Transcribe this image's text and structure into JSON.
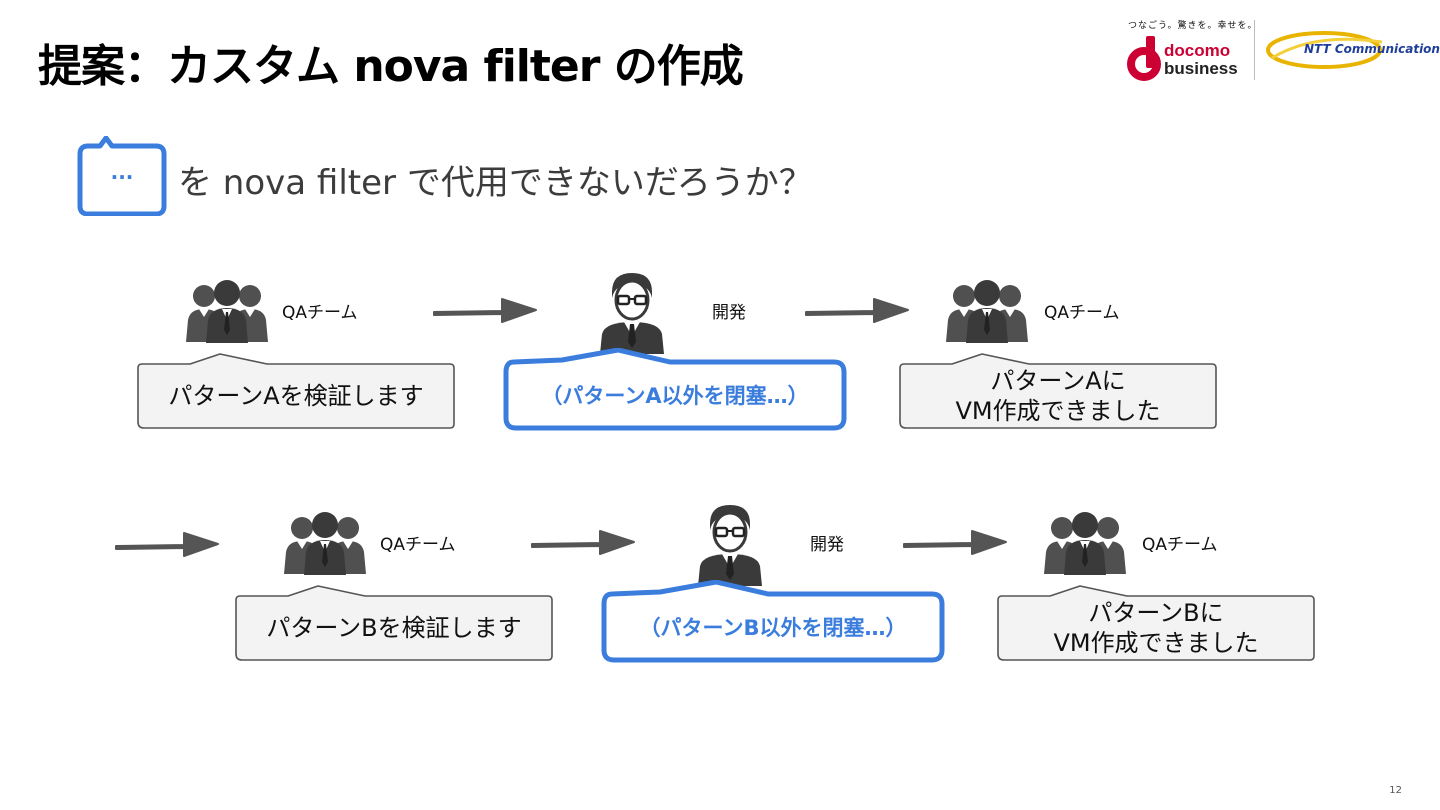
{
  "title": "提案：カスタム nova filter の作成",
  "header": {
    "tagline": "つなごう。驚きを。幸せを。",
    "docomo_line1": "docomo",
    "docomo_line2": "business",
    "ntt_logo_text": "NTT Communications"
  },
  "subtitle": {
    "bubble_text": "...",
    "text": "を nova filter で代用できないだろうか？"
  },
  "rows": [
    {
      "qa1_label": "QAチーム",
      "dev_label": "開発",
      "qa2_label": "QAチーム",
      "qa1_bubble": "パターンAを検証します",
      "dev_bubble": "（パターンA以外を閉塞…）",
      "qa2_bubble_line1": "パターンAに",
      "qa2_bubble_line2": "VM作成できました"
    },
    {
      "qa1_label": "QAチーム",
      "dev_label": "開発",
      "qa2_label": "QAチーム",
      "qa1_bubble": "パターンBを検証します",
      "dev_bubble": "（パターンB以外を閉塞…）",
      "qa2_bubble_line1": "パターンBに",
      "qa2_bubble_line2": "VM作成できました"
    }
  ],
  "page_number": "12",
  "colors": {
    "accent_blue": "#3b7ddd",
    "icon_gray": "#505050",
    "arrow_gray": "#555555",
    "callout_fill": "#f3f3f3",
    "callout_border": "#555555",
    "docomo_red": "#cc0033",
    "ntt_blue": "#1f3e99",
    "ntt_gold": "#e8b400"
  },
  "icons": [
    "chat-bubble-icon",
    "people-group-icon",
    "businessman-icon",
    "right-arrow-icon"
  ]
}
